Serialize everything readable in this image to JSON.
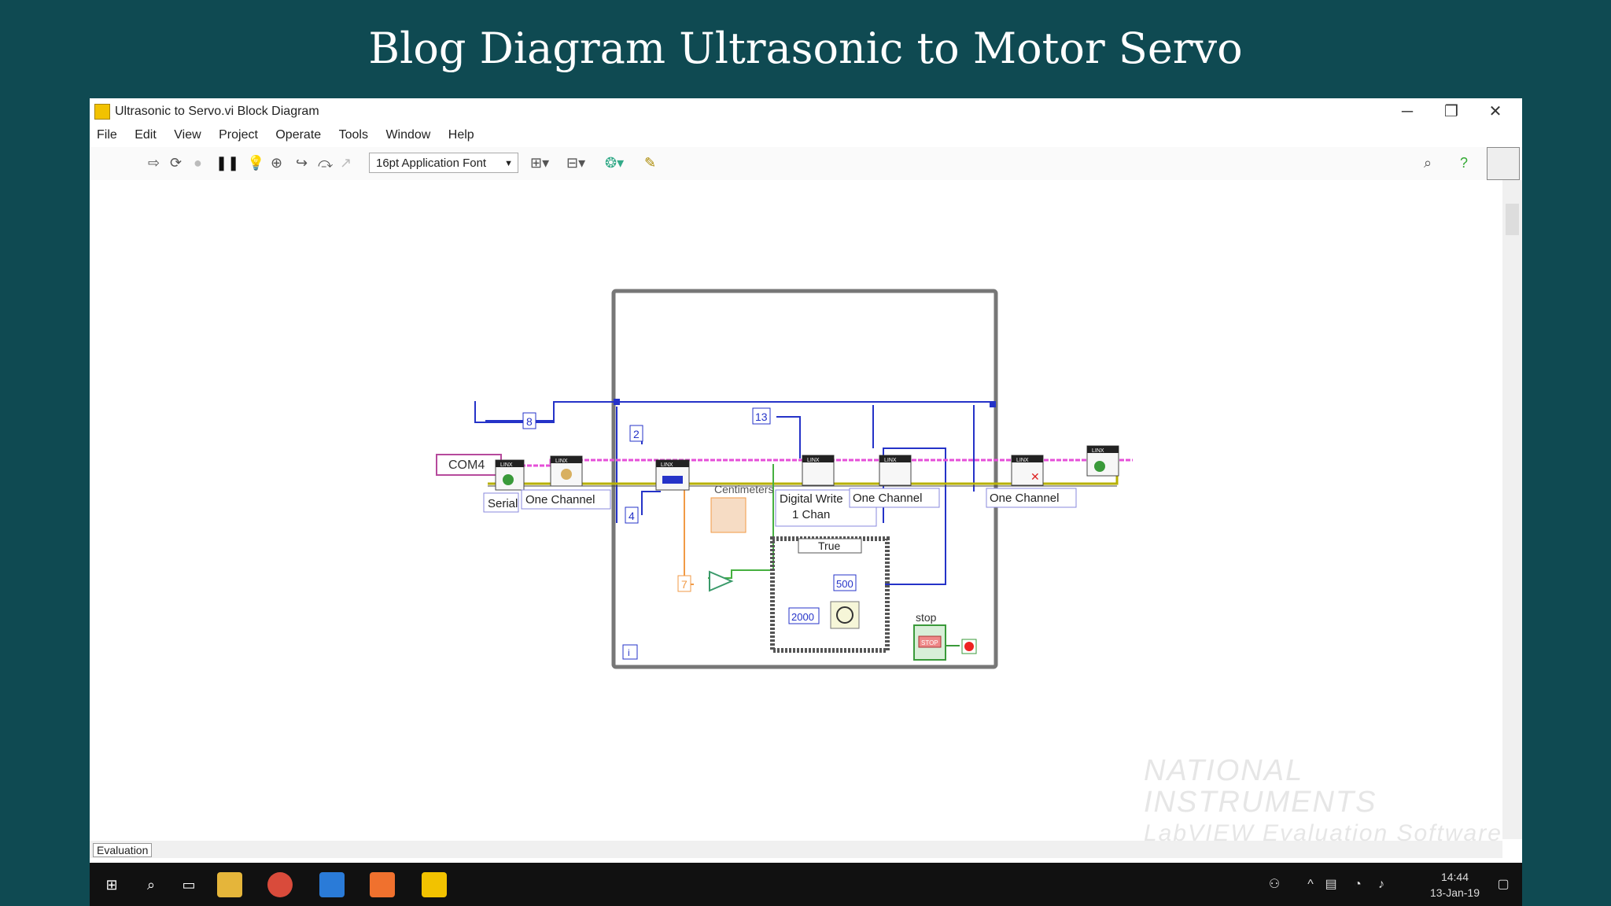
{
  "slide": {
    "title": "Blog Diagram Ultrasonic to Motor Servo"
  },
  "window": {
    "title": "Ultrasonic to Servo.vi Block Diagram",
    "controls": {
      "minimize": "─",
      "restore": "❐",
      "close": "✕"
    }
  },
  "menu": [
    "File",
    "Edit",
    "View",
    "Project",
    "Operate",
    "Tools",
    "Window",
    "Help"
  ],
  "toolbar": {
    "font_select": "16pt Application Font"
  },
  "diagram": {
    "com_port": "COM4",
    "serial_label": "Serial",
    "channel_label_1": "One Channel",
    "channel_label_2": "One Channel",
    "channel_label_3": "One Channel",
    "const_8": "8",
    "const_13": "13",
    "const_2": "2",
    "const_4": "4",
    "const_7": "7",
    "const_500": "500",
    "const_2000": "2000",
    "centimeters_label": "Centimeters",
    "digital_write_label_1": "Digital Write",
    "digital_write_label_2": "1 Chan",
    "case_label": "True",
    "stop_label": "stop",
    "stop_button_text": "STOP",
    "iteration": "i",
    "linx_text": "LINX"
  },
  "watermark": {
    "line1": "NATIONAL",
    "line2": "INSTRUMENTS",
    "line3": "LabVIEW Evaluation Software"
  },
  "status": {
    "evaluation": "Evaluation"
  },
  "taskbar": {
    "time": "14:44",
    "date": "13-Jan-19"
  }
}
